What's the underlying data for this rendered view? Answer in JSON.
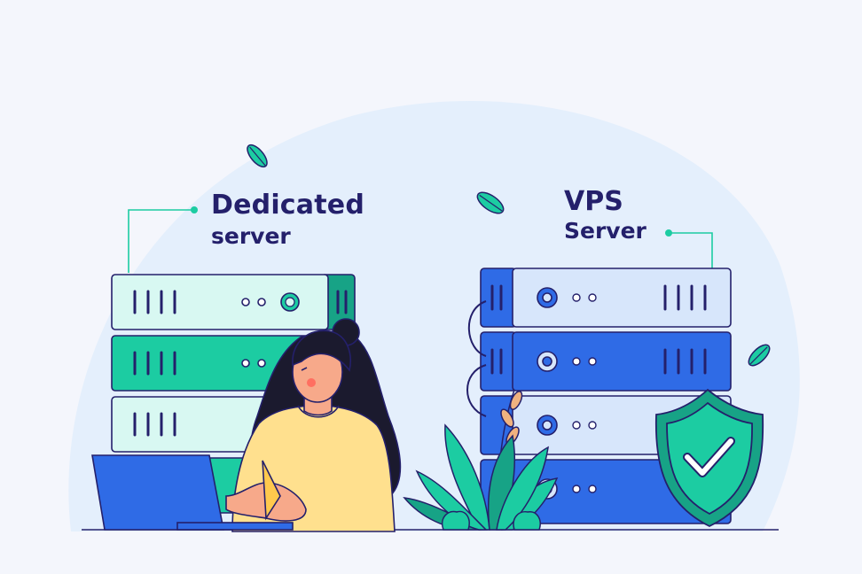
{
  "dedicated": {
    "title": "Dedicated",
    "subtitle": "server"
  },
  "vps": {
    "title": "VPS",
    "subtitle": "Server"
  },
  "colors": {
    "background": "#f4f6fc",
    "blob": "#e4effc",
    "navy": "#24206b",
    "teal": "#1ccca2",
    "teal_light": "#d8f8f2",
    "blue": "#2f6be6",
    "blue_light": "#d7e6fb",
    "skin": "#f7a98a",
    "shirt": "#ffe08e",
    "hair": "#1b1a2e"
  },
  "icons": [
    "leaf-icon",
    "shield-check-icon",
    "laptop-icon",
    "plant-icon"
  ]
}
